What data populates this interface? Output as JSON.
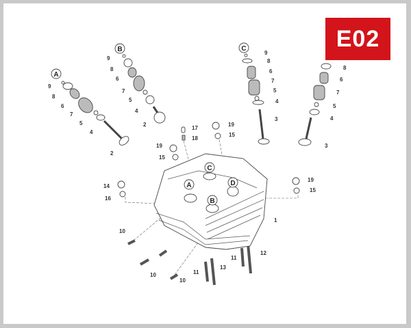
{
  "badge": {
    "text": "E02",
    "color": "#d3141b"
  },
  "group_markers": [
    "A",
    "B",
    "C",
    "D"
  ],
  "callouts": [
    "9",
    "8",
    "6",
    "7",
    "5",
    "4",
    "2",
    "9",
    "8",
    "6",
    "7",
    "5",
    "4",
    "2",
    "9",
    "8",
    "6",
    "7",
    "5",
    "4",
    "3",
    "8",
    "6",
    "7",
    "5",
    "4",
    "3",
    "17",
    "18",
    "19",
    "15",
    "19",
    "15",
    "14",
    "16",
    "19",
    "15",
    "1",
    "10",
    "10",
    "10",
    "11",
    "13",
    "11",
    "12"
  ]
}
